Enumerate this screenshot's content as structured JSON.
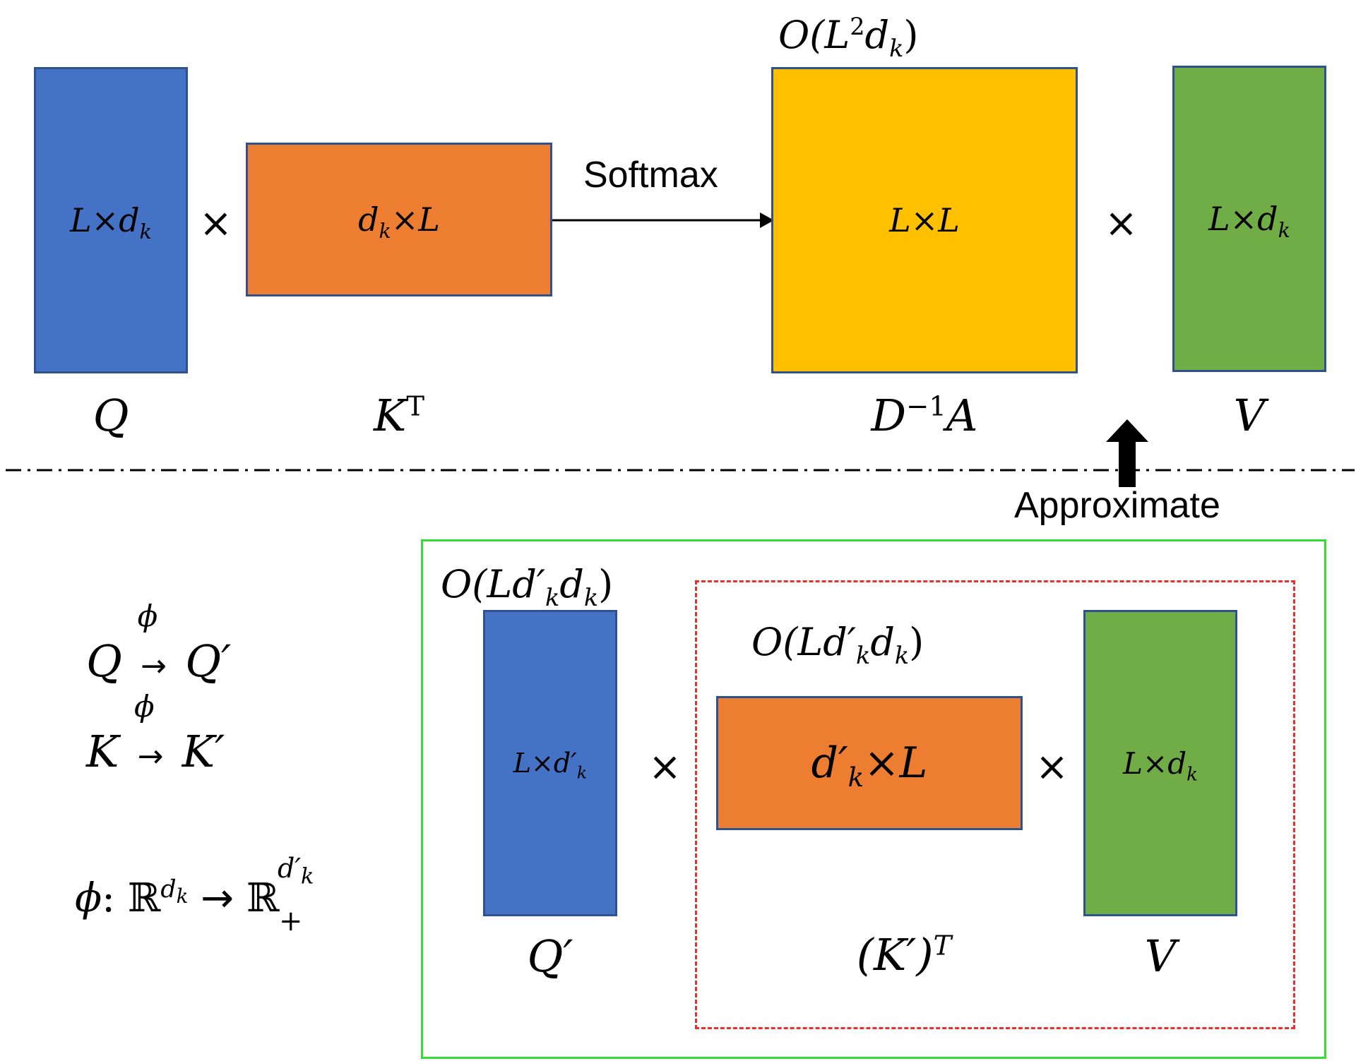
{
  "colors": {
    "blue": "#4472c4",
    "orange": "#ed7d31",
    "yellow": "#ffc000",
    "green": "#70ad47",
    "box_border": "#2f528f",
    "outer_frame": "#33dd33",
    "inner_frame": "#e83030"
  },
  "top": {
    "q_dim": {
      "base": "L×d",
      "sub": "k"
    },
    "kt_dim": {
      "pre": "d",
      "sub": "k",
      "post": "×L"
    },
    "a_dim": "L×L",
    "v_dim": {
      "base": "L×d",
      "sub": "k"
    },
    "complexity": {
      "pre": "O(L",
      "sup": "2",
      "mid": "d",
      "sub": "k",
      "post": ")"
    },
    "softmax_label": "Softmax",
    "times_symbol": "×",
    "q_label": "Q",
    "kt_label": {
      "base": "K",
      "sup": "T"
    },
    "a_label": {
      "base": "D",
      "sup": "−1",
      "post": "A"
    },
    "v_label": "V"
  },
  "approximate_label": "Approximate",
  "bottom": {
    "mappings": {
      "q": {
        "from": "Q",
        "phi": "ϕ",
        "to": "Q′"
      },
      "k": {
        "from": "K",
        "phi": "ϕ",
        "to": "K′"
      },
      "phi_def": {
        "phi": "ϕ",
        "colon": ":",
        "r": "ℝ",
        "sup1": "d",
        "sub1": "k",
        "arrow": "→",
        "sup2": "d′",
        "sub2": "k",
        "plus": "+"
      }
    },
    "left_complexity": {
      "pre": "O(Ld′",
      "sub1": "k",
      "mid": "d",
      "sub2": "k",
      "post": ")"
    },
    "inner_complexity": {
      "pre": "O(Ld′",
      "sub1": "k",
      "mid": "d",
      "sub2": "k",
      "post": ")"
    },
    "qp_dim": {
      "pre": "L×d′",
      "sub": "k"
    },
    "kp_dim": {
      "pre": "d′",
      "sub": "k",
      "post": "×L"
    },
    "v_dim": {
      "pre": "L×d",
      "sub": "k"
    },
    "qp_label": "Q′",
    "kpt_label": {
      "base": "(K′)",
      "sup": "T"
    },
    "v_label": "V"
  }
}
